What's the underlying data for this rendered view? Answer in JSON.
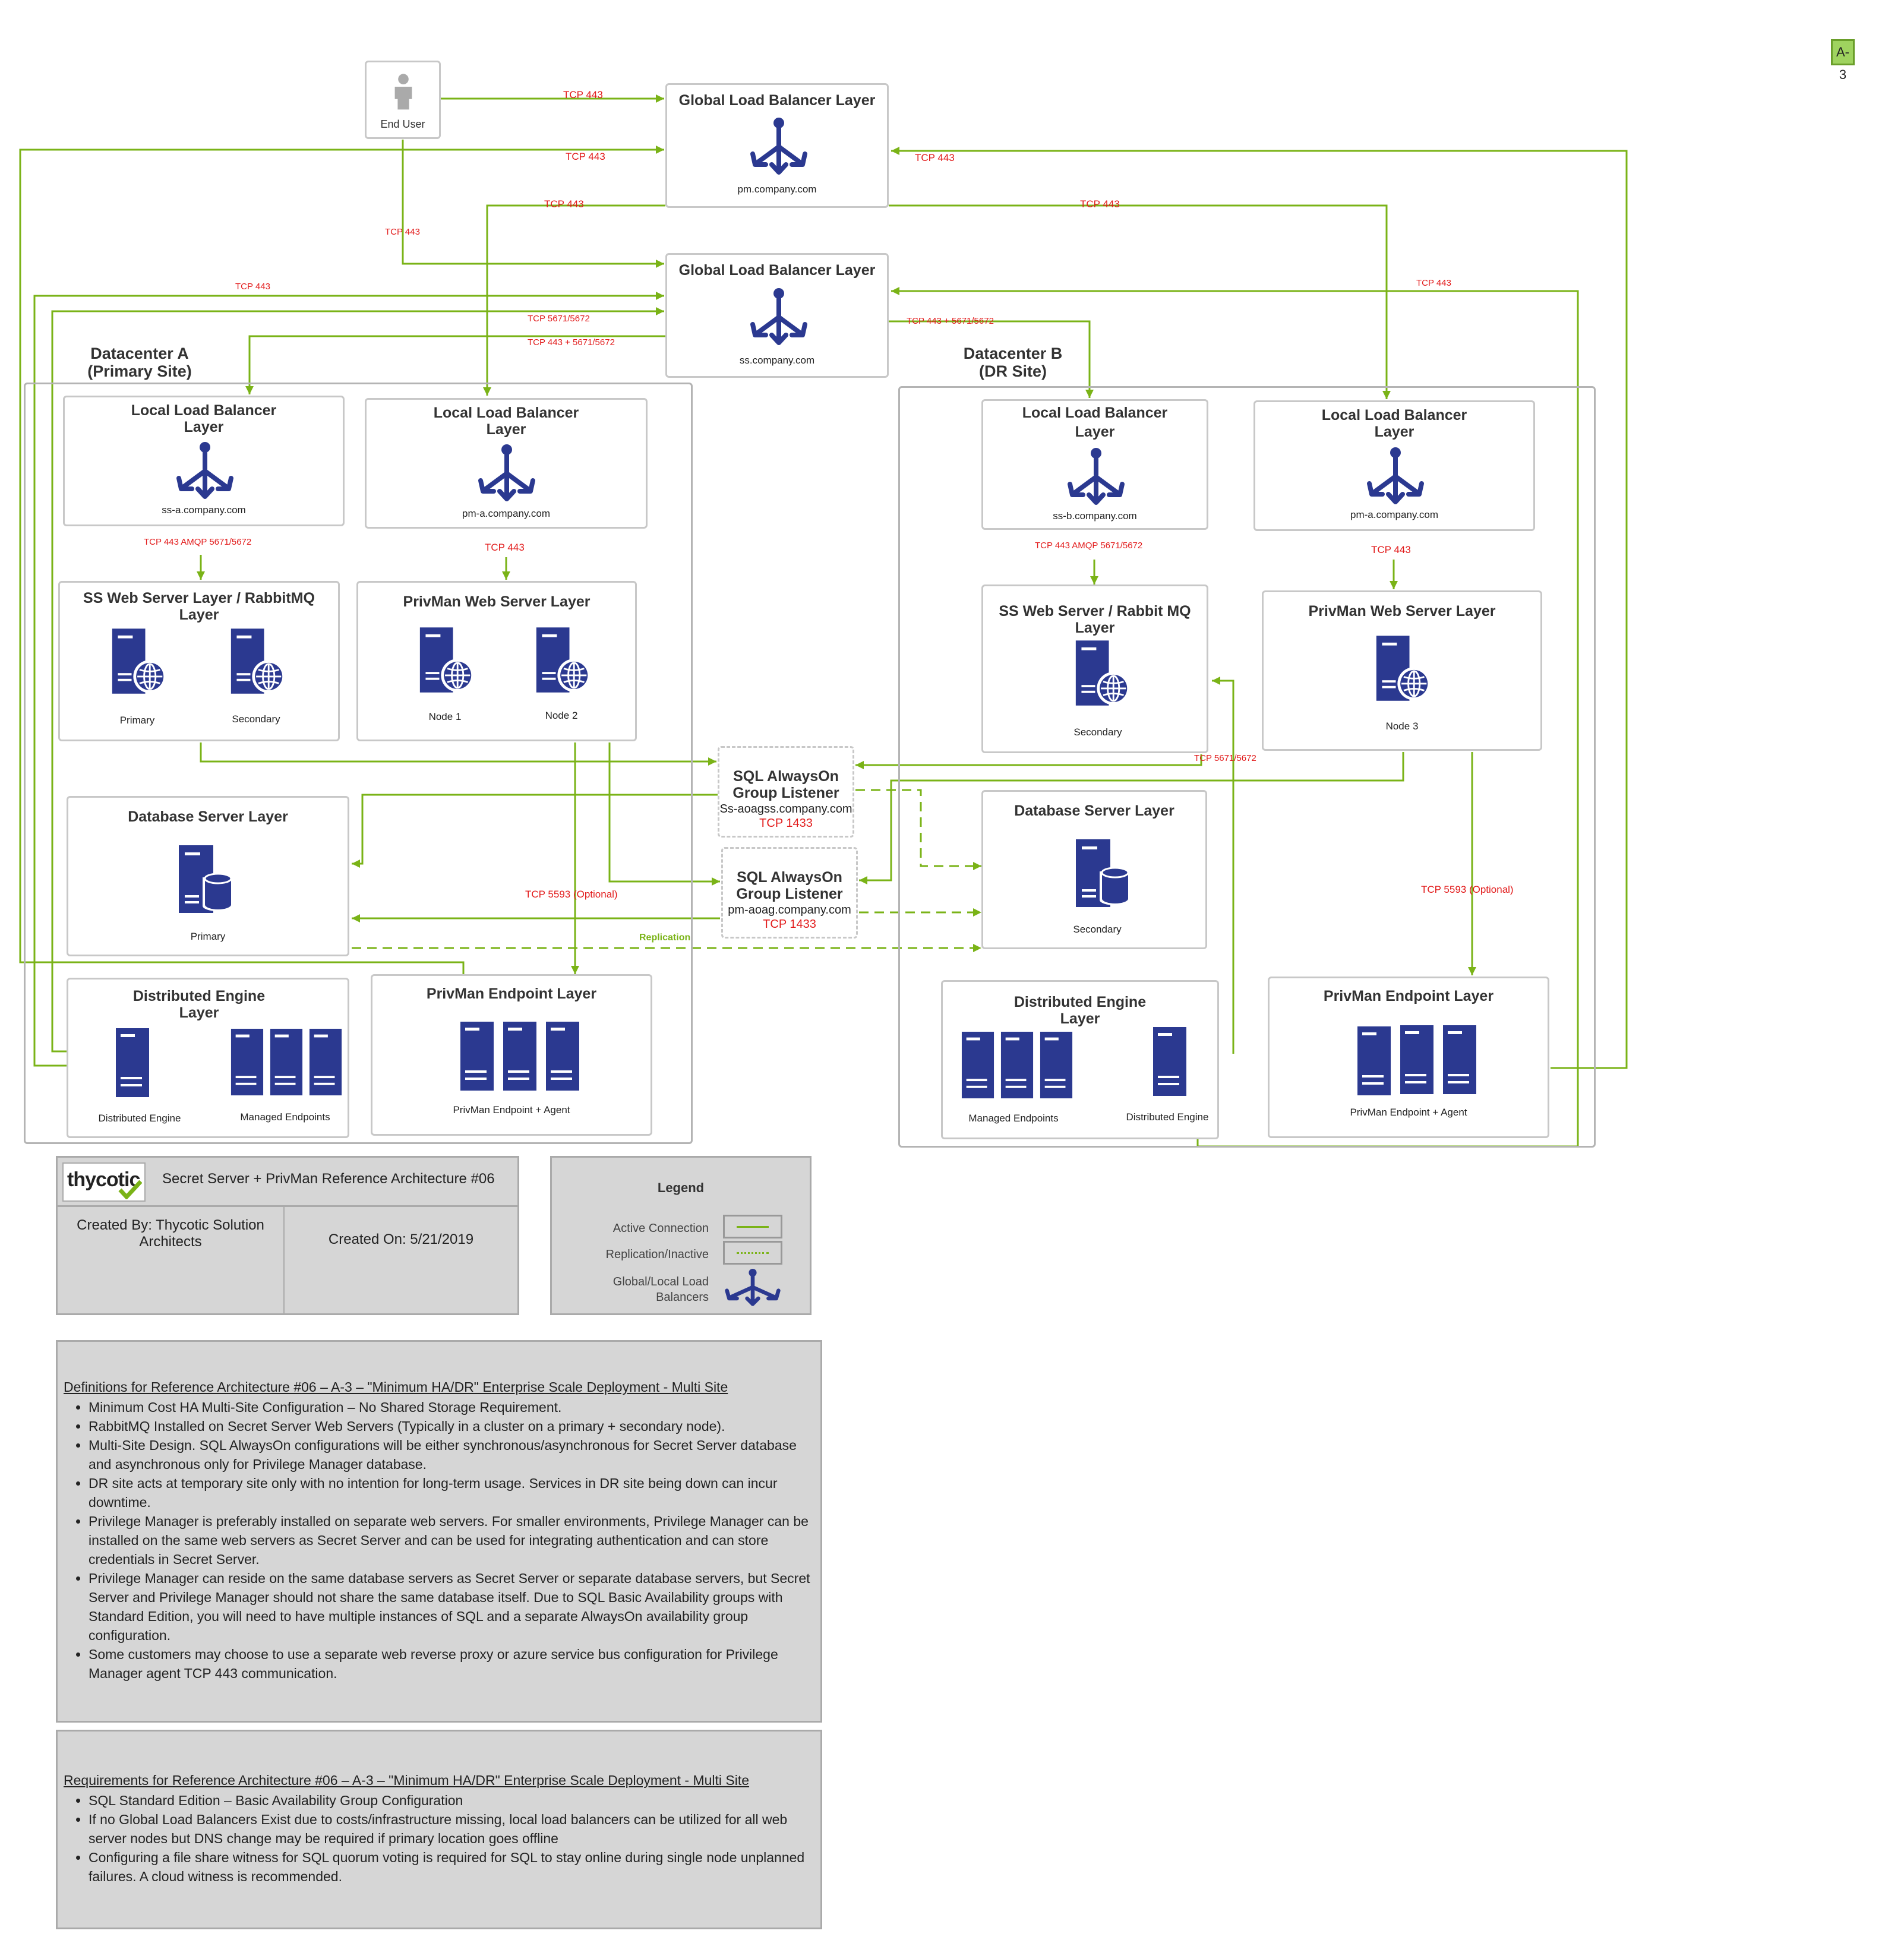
{
  "badge": "A-3",
  "end_user": {
    "label": "End User"
  },
  "global_lb": [
    {
      "title": "Global Load Balancer Layer",
      "host": "pm.company.com"
    },
    {
      "title": "Global Load Balancer Layer",
      "host": "ss.company.com"
    }
  ],
  "datacenters": {
    "a": {
      "title": "Datacenter A\n(Primary Site)",
      "local_lb": [
        {
          "title": "Local Load Balancer\nLayer",
          "host": "ss-a.company.com"
        },
        {
          "title": "Local Load Balancer\nLayer",
          "host": "pm-a.company.com"
        }
      ],
      "ss_web": {
        "title": "SS Web Server Layer / RabbitMQ\nLayer",
        "nodes": [
          "Primary",
          "Secondary"
        ]
      },
      "pm_web": {
        "title": "PrivMan Web Server Layer",
        "nodes": [
          "Node 1",
          "Node 2"
        ]
      },
      "db": {
        "title": "Database Server Layer",
        "node": "Primary"
      },
      "de": {
        "title": "Distributed Engine\nLayer",
        "engine": "Distributed Engine",
        "endpoints": "Managed Endpoints"
      },
      "pm_ep": {
        "title": "PrivMan Endpoint Layer",
        "label": "PrivMan Endpoint + Agent"
      }
    },
    "b": {
      "title": "Datacenter B\n(DR Site)",
      "local_lb": [
        {
          "title": "Local Load Balancer\nLayer",
          "host": "ss-b.company.com"
        },
        {
          "title": "Local Load Balancer\nLayer",
          "host": "pm-a.company.com"
        }
      ],
      "ss_web": {
        "title": "SS Web Server / Rabbit MQ Layer",
        "node": "Secondary"
      },
      "pm_web": {
        "title": "PrivMan Web Server Layer",
        "node": "Node 3"
      },
      "db": {
        "title": "Database Server Layer",
        "node": "Secondary"
      },
      "de": {
        "title": "Distributed Engine\nLayer",
        "engine": "Distributed Engine",
        "endpoints": "Managed Endpoints"
      },
      "pm_ep": {
        "title": "PrivMan Endpoint Layer",
        "label": "PrivMan Endpoint + Agent"
      }
    }
  },
  "listeners": [
    {
      "title": "SQL AlwaysOn\nGroup Listener",
      "host": "Ss-aoagss.company.com",
      "port": "TCP 1433"
    },
    {
      "title": "SQL AlwaysOn\nGroup Listener",
      "host": "pm-aoag.company.com",
      "port": "TCP 1433"
    }
  ],
  "connection_labels": {
    "user_to_glb": "TCP 443",
    "tcp443": "TCP 443",
    "amqp": "TCP 443 AMQP 5671/5672",
    "tcp5671": "TCP 5671/5672",
    "tcp443_5671": "TCP 443 + 5671/5672",
    "tcp5593": "TCP 5593 (Optional)",
    "rabbit_b": "TCP 5671/5672",
    "replication": "Replication"
  },
  "title_block": {
    "logo": "thycotic",
    "title": "Secret Server + PrivMan Reference Architecture #06",
    "created_by": "Created By: Thycotic Solution\nArchitects",
    "created_on": "Created On: 5/21/2019"
  },
  "legend": {
    "title": "Legend",
    "items": [
      "Active Connection",
      "Replication/Inactive",
      "Global/Local Load\nBalancers"
    ]
  },
  "definitions": {
    "heading": "Definitions for Reference Architecture #06 – A-3 – \"Minimum HA/DR\" Enterprise Scale Deployment - Multi Site",
    "items": [
      "Minimum Cost HA Multi-Site Configuration – No Shared Storage Requirement.",
      "RabbitMQ Installed on Secret Server Web Servers (Typically in a cluster on a primary + secondary node).",
      "Multi-Site Design. SQL AlwaysOn configurations will be either synchronous/asynchronous for Secret Server database and asynchronous only for Privilege Manager database.",
      "DR site acts at temporary site only with no intention for long-term usage. Services in DR site being down can incur downtime.",
      "Privilege Manager is preferably installed on separate web servers. For smaller environments, Privilege Manager can be installed on the same web servers as Secret Server and can be used for integrating authentication and can store credentials in Secret Server.",
      "Privilege Manager can reside on the same database servers as Secret Server or separate database servers, but Secret Server and Privilege Manager should not share the same database itself. Due to SQL Basic Availability groups with Standard Edition, you will need to have multiple instances of SQL and a separate AlwaysOn availability group configuration.",
      "Some customers may choose to use a separate web reverse proxy or azure service bus configuration for Privilege Manager agent TCP 443 communication."
    ]
  },
  "requirements": {
    "heading": "Requirements for Reference Architecture #06 – A-3 – \"Minimum HA/DR\" Enterprise Scale Deployment - Multi Site",
    "items": [
      "SQL Standard Edition – Basic Availability Group Configuration",
      "If no Global Load Balancers Exist due to costs/infrastructure missing, local load balancers can be utilized for all web server nodes but DNS change may be required if primary location goes offline",
      "Configuring a file share witness for SQL quorum voting is required for SQL to stay online during single node unplanned failures. A cloud witness is recommended."
    ]
  },
  "colors": {
    "connector": "#7ab317",
    "label": "#e21b1b",
    "icon": "#2b3990",
    "panel": "#d6d6d6"
  }
}
